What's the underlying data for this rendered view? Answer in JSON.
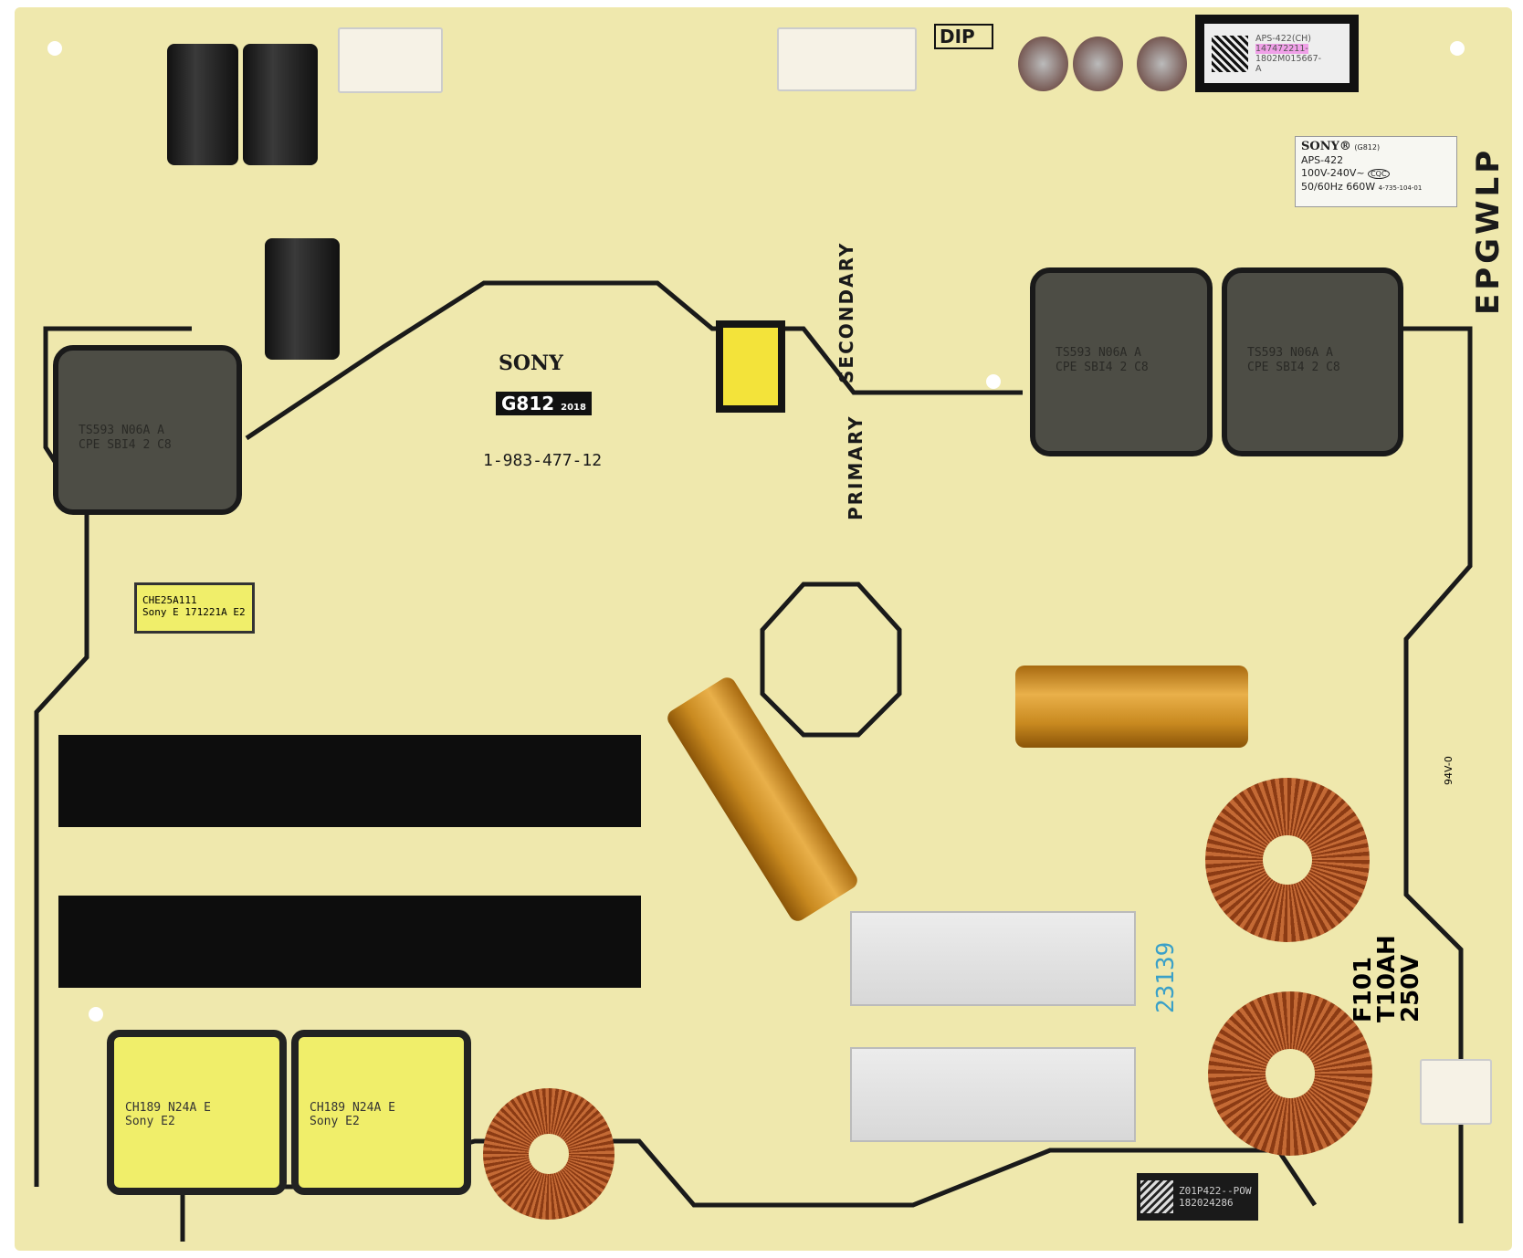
{
  "board": {
    "brand": "SONY",
    "model_badge": "G812",
    "year": "2018",
    "part_number": "1-983-477-12",
    "secondary_label": "SECONDARY",
    "primary_label": "PRIMARY",
    "dip_label": "DIP",
    "edge_code": "EPGWLP",
    "fuse_label": [
      "F101",
      "T10AH",
      "250V"
    ],
    "stamp_number": "23139",
    "flammability": "94V-0"
  },
  "top_sticker": {
    "model": "APS-422(CH)",
    "serial": "147472211-",
    "lot": "1802M015667-",
    "rev": "A"
  },
  "rating_label": {
    "brand": "SONY®",
    "code": "(G812)",
    "model": "APS-422",
    "voltage": "100V-240V~",
    "power": "50/60Hz 660W",
    "cert": "CQC",
    "part": "4-735-104-01"
  },
  "bottom_sticker": {
    "line1": "Z01P422--POW",
    "line2": "182024286"
  },
  "transformers": {
    "large": [
      "TS593 N06A A",
      "CPE SBI4 2 C8"
    ],
    "output": [
      "CH189 N24A E",
      "Sony E2"
    ],
    "small": [
      "CHE25A111",
      "Sony E 171221A E2"
    ]
  },
  "colors": {
    "board": "#efe8ad",
    "trace": "#1a1a1a",
    "ec_mark": "#e8734a"
  }
}
